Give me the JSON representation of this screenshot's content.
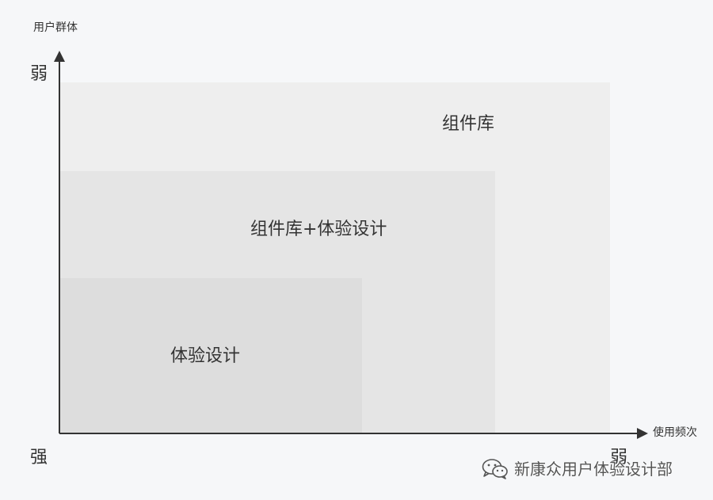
{
  "y_axis": {
    "title": "用户群体",
    "top_label": "弱"
  },
  "x_axis": {
    "title": "使用频次",
    "right_label": "弱"
  },
  "origin_label": "强",
  "regions": {
    "outer": {
      "label": "组件库"
    },
    "middle": {
      "label": "组件库+体验设计"
    },
    "inner": {
      "label": "体验设计"
    }
  },
  "watermark": {
    "text": "新康众用户体验设计部",
    "icon": "wechat-icon"
  },
  "colors": {
    "background": "#f6f7f9",
    "outer": "#eeeeee",
    "middle": "#e5e5e5",
    "inner": "#dddddd",
    "axis": "#333333"
  }
}
